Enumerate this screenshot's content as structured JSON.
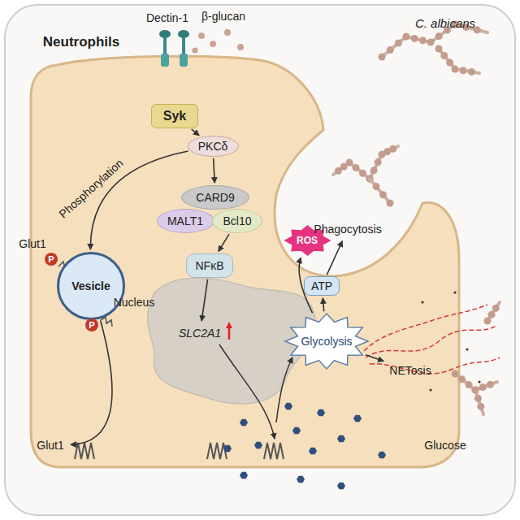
{
  "diagram": {
    "nodes": [
      {
        "text": [
          "Syk"
        ]
      },
      {
        "text": [
          "PKCδ"
        ]
      },
      {
        "text": [
          "CARD9"
        ]
      },
      {
        "text": [
          "MALT1"
        ]
      },
      {
        "text": [
          "Bcl10"
        ]
      },
      {
        "text": [
          "NFκB"
        ]
      },
      {
        "text": [
          "SLC2A1"
        ]
      },
      {
        "text": [
          "Vesicle"
        ]
      },
      {
        "text": [
          "Glut1"
        ]
      },
      {
        "text": [
          "Glycolysis"
        ]
      },
      {
        "text": [
          "ROS"
        ]
      },
      {
        "text": [
          "ATP"
        ]
      },
      {
        "text": [
          "Phagocytosis"
        ]
      },
      {
        "text": [
          "NETosis"
        ]
      }
    ],
    "edges": [
      {
        "from": 0,
        "to": 1,
        "arrow": "to"
      },
      {
        "from": 1,
        "to": 2,
        "arrow": "to"
      },
      {
        "from": 4,
        "to": 5,
        "arrow": "to"
      },
      {
        "from": 5,
        "to": 6,
        "arrow": "to"
      },
      {
        "from": 1,
        "to": 7,
        "label": "Phosphorylation",
        "arrow": "to"
      },
      {
        "from": 7,
        "to": 8,
        "arrow": "to"
      },
      {
        "from": 9,
        "to": 10,
        "arrow": "to"
      },
      {
        "from": 9,
        "to": 11,
        "arrow": "to"
      },
      {
        "from": 11,
        "to": 12,
        "arrow": "to"
      },
      {
        "from": 9,
        "to": 13,
        "arrow": "to"
      }
    ],
    "labels": [
      "Neutrophils",
      "C. albicans",
      "β-glucan",
      "Dectin-1",
      "Nucleus",
      "Glut1",
      "P",
      "P",
      "Glucose"
    ]
  }
}
